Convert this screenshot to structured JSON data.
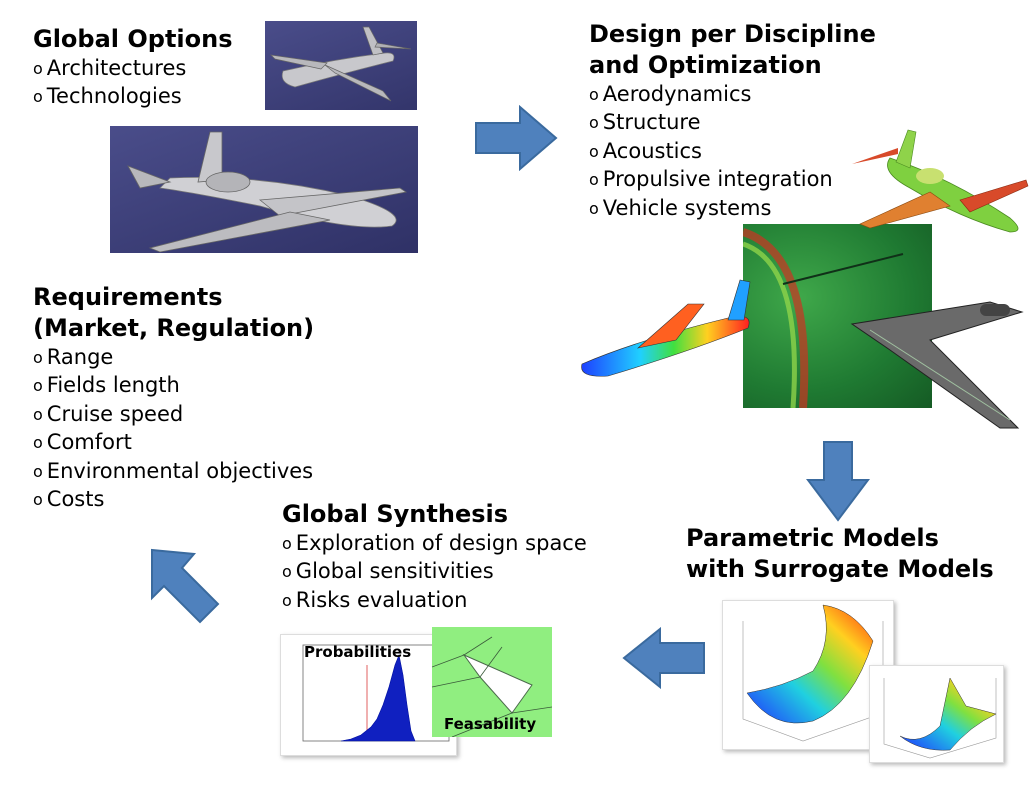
{
  "global_options": {
    "title": "Global Options",
    "items": [
      "Architectures",
      "Technologies"
    ]
  },
  "design": {
    "title_line1": "Design per Discipline",
    "title_line2": "and Optimization",
    "items": [
      "Aerodynamics",
      "Structure",
      "Acoustics",
      "Propulsive integration",
      "Vehicle systems"
    ]
  },
  "requirements": {
    "title_line1": "Requirements",
    "title_line2": "(Market, Regulation)",
    "items": [
      "Range",
      "Fields length",
      "Cruise speed",
      "Comfort",
      "Environmental objectives",
      "Costs"
    ]
  },
  "synthesis": {
    "title": "Global Synthesis",
    "items": [
      "Exploration of design space",
      "Global sensitivities",
      "Risks evaluation"
    ]
  },
  "parametric": {
    "title_line1": "Parametric Models",
    "title_line2": "with Surrogate Models"
  },
  "thumbnails": {
    "probabilities_label": "Probabilities",
    "feasability_label": "Feasability"
  },
  "bullet_glyph": "o",
  "colors": {
    "arrow_fill": "#4f81bd",
    "arrow_stroke": "#3a6a9e",
    "catia_bg": "#3d3f7a",
    "feasability_bg": "#90ee80"
  }
}
